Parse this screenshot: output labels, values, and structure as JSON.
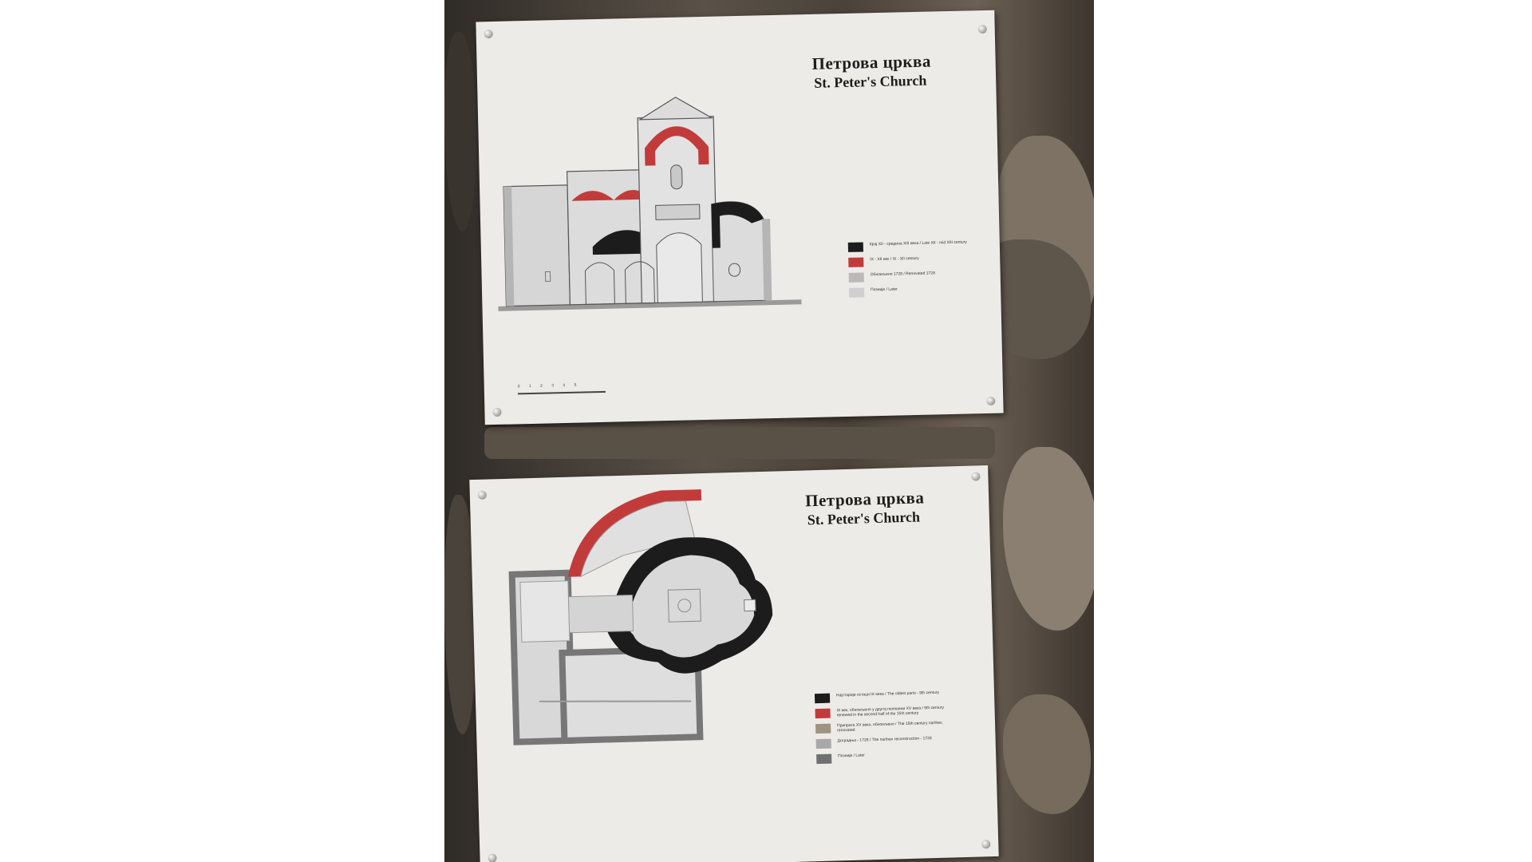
{
  "photo": {
    "subject": "Two information boards mounted on a stone wall showing a section and a plan of a church"
  },
  "boards": [
    {
      "title_ru": "Петрова црква",
      "title_en": "St. Peter's Church",
      "legend": [
        {
          "color": "#1c1c1c",
          "text": "Крај XII - средина XIII века / Late XII - mid XIII century"
        },
        {
          "color": "#c23b3b",
          "text": "IX - XII век / IX - XII century"
        },
        {
          "color": "#b9b9b9",
          "text": "Обновљено 1728 / Renovated 1728"
        },
        {
          "color": "#cfcfcf",
          "text": "Позније / Later"
        }
      ],
      "scale_label": "0 1 2 3 4 5"
    },
    {
      "title_ru": "Петрова црква",
      "title_en": "St. Peter's Church",
      "legend": [
        {
          "color": "#1c1c1c",
          "text": "Најстарији остаци IX века / The oldest parts - 9th century"
        },
        {
          "color": "#c23b3b",
          "text": "IX век, обновљено у другој половини XV века / 9th century renewed in the second half of the 15th century"
        },
        {
          "color": "#9d9482",
          "text": "Припрата XV века, обновљено / The 15th century narthex, renovated"
        },
        {
          "color": "#a8a8a8",
          "text": "Доградња - 1728 / The narthex reconstruction - 1728"
        },
        {
          "color": "#707070",
          "text": "Позније / Later"
        }
      ]
    }
  ]
}
